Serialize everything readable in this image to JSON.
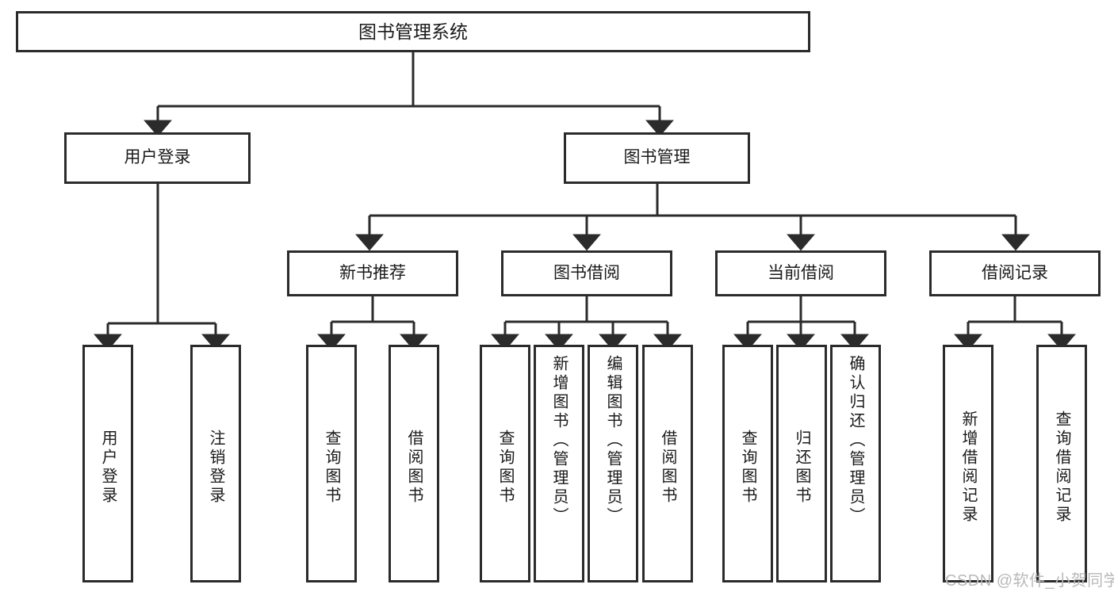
{
  "diagram": {
    "title": "图书管理系统",
    "type": "tree",
    "style": {
      "box_fill": "#ffffff",
      "box_stroke": "#2b2b2b",
      "text_color": "#1a1a1a",
      "watermark_color": "#b9b9b9"
    },
    "levels": {
      "root": {
        "label": "图书管理系统"
      },
      "level2": [
        {
          "label": "用户登录"
        },
        {
          "label": "图书管理"
        }
      ],
      "level3": [
        {
          "label": "新书推荐"
        },
        {
          "label": "图书借阅"
        },
        {
          "label": "当前借阅"
        },
        {
          "label": "借阅记录"
        }
      ],
      "leaves": [
        {
          "label": "用户登录",
          "parent": "用户登录"
        },
        {
          "label": "注销登录",
          "parent": "用户登录"
        },
        {
          "label": "查询图书",
          "parent": "新书推荐"
        },
        {
          "label": "借阅图书",
          "parent": "新书推荐"
        },
        {
          "label": "查询图书",
          "parent": "图书借阅"
        },
        {
          "label": "新增图书（管理员）",
          "parent": "图书借阅"
        },
        {
          "label": "编辑图书（管理员）",
          "parent": "图书借阅"
        },
        {
          "label": "借阅图书",
          "parent": "图书借阅"
        },
        {
          "label": "查询图书",
          "parent": "当前借阅"
        },
        {
          "label": "归还图书",
          "parent": "当前借阅"
        },
        {
          "label": "确认归还（管理员）",
          "parent": "当前借阅"
        },
        {
          "label": "新增借阅记录",
          "parent": "借阅记录"
        },
        {
          "label": "查询借阅记录",
          "parent": "借阅记录"
        }
      ]
    }
  },
  "watermark": {
    "text": "CSDN @软件_小贺同学"
  }
}
